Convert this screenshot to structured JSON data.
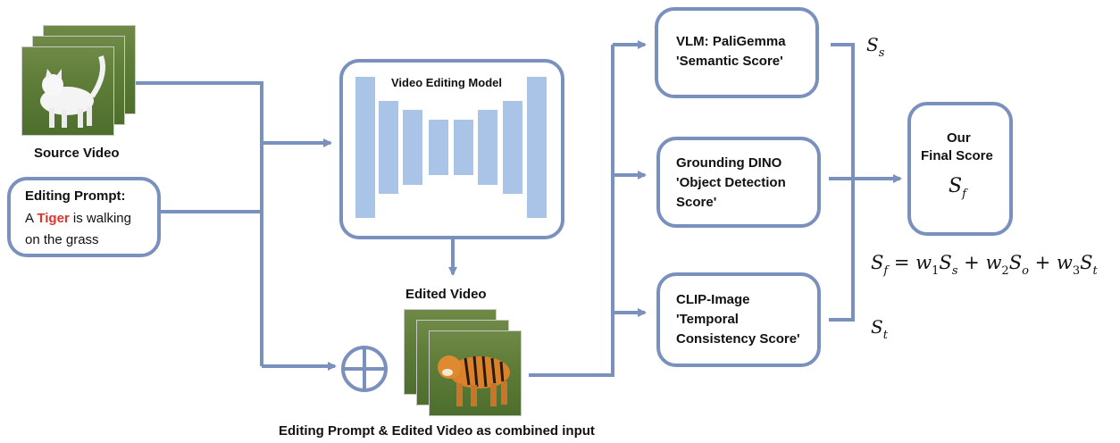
{
  "labels": {
    "source_video": "Source Video",
    "edited_video": "Edited Video",
    "combined_input": "Editing Prompt & Edited Video as combined input",
    "video_editing_model": "Video Editing Model"
  },
  "prompt": {
    "title": "Editing Prompt:",
    "line1_pre": "A ",
    "highlight": "Tiger",
    "line1_post": " is walking",
    "line2": "on the grass"
  },
  "evaluators": {
    "vlm": {
      "line1": "VLM: PaliGemma",
      "line2": "'Semantic Score'"
    },
    "dino": {
      "line1": "Grounding DINO",
      "line2": "'Object Detection",
      "line3": "Score'"
    },
    "clip": {
      "line1": "CLIP-Image",
      "line2": "'Temporal",
      "line3": "Consistency Score'"
    }
  },
  "final": {
    "line1": "Our",
    "line2": "Final Score"
  },
  "math": {
    "S": "S",
    "s_sub": "s",
    "t_sub": "t",
    "f_sub": "f",
    "formula_lhs": "S",
    "w1": "w",
    "one": "1",
    "two": "2",
    "three": "3",
    "o_sub": "o",
    "equals": " = ",
    "plus": " + "
  },
  "colors": {
    "arrow": "#7a90bd",
    "unet_bar": "#a9c4e6",
    "highlight": "#e0332a"
  }
}
